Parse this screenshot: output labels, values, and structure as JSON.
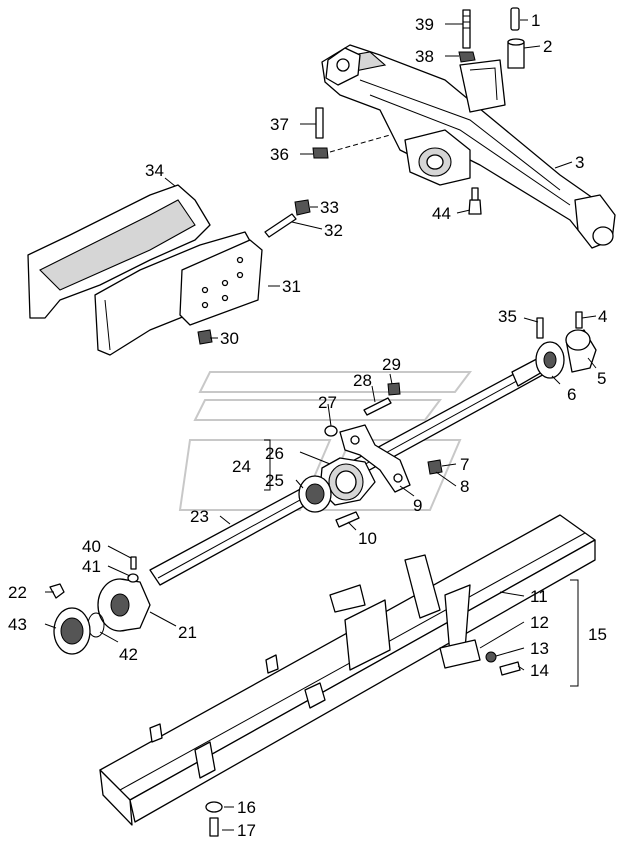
{
  "diagram": {
    "callouts": [
      "1",
      "2",
      "3",
      "4",
      "5",
      "6",
      "7",
      "8",
      "9",
      "10",
      "11",
      "12",
      "13",
      "14",
      "15",
      "16",
      "17",
      "21",
      "22",
      "23",
      "24",
      "25",
      "26",
      "27",
      "28",
      "29",
      "30",
      "31",
      "32",
      "33",
      "34",
      "35",
      "36",
      "37",
      "38",
      "39",
      "40",
      "41",
      "42",
      "43",
      "44"
    ]
  }
}
